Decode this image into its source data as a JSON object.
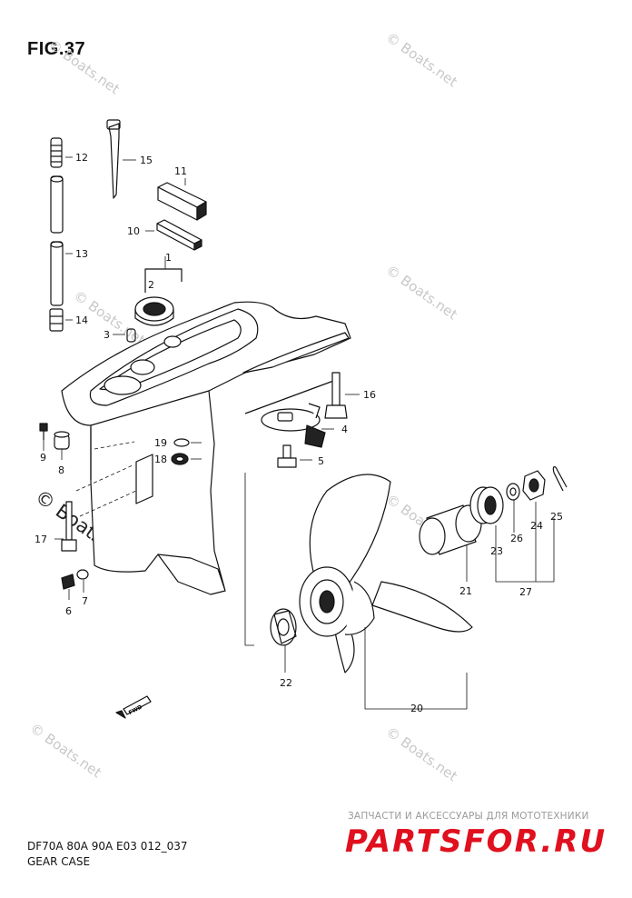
{
  "figure": {
    "title": "FIG.37"
  },
  "watermark": {
    "text": "© Boats.net"
  },
  "caption": {
    "model_line": "DF70A 80A 90A E03 012_037",
    "section_name": "GEAR CASE"
  },
  "promo": {
    "tagline": "ЗАПЧАСТИ И АКСЕССУАРЫ ДЛЯ МОТОТЕХНИКИ",
    "brand": "PARTSFOR.RU"
  },
  "parts": [
    {
      "id": "1",
      "label": "1"
    },
    {
      "id": "2",
      "label": "2"
    },
    {
      "id": "3",
      "label": "3"
    },
    {
      "id": "4",
      "label": "4"
    },
    {
      "id": "5",
      "label": "5"
    },
    {
      "id": "6",
      "label": "6"
    },
    {
      "id": "7",
      "label": "7"
    },
    {
      "id": "8",
      "label": "8"
    },
    {
      "id": "9",
      "label": "9"
    },
    {
      "id": "10",
      "label": "10"
    },
    {
      "id": "11",
      "label": "11"
    },
    {
      "id": "12",
      "label": "12"
    },
    {
      "id": "13",
      "label": "13"
    },
    {
      "id": "14",
      "label": "14"
    },
    {
      "id": "15",
      "label": "15"
    },
    {
      "id": "16",
      "label": "16"
    },
    {
      "id": "17",
      "label": "17"
    },
    {
      "id": "18",
      "label": "18"
    },
    {
      "id": "19",
      "label": "19"
    },
    {
      "id": "20",
      "label": "20"
    },
    {
      "id": "21",
      "label": "21"
    },
    {
      "id": "22",
      "label": "22"
    },
    {
      "id": "23",
      "label": "23"
    },
    {
      "id": "24",
      "label": "24"
    },
    {
      "id": "25",
      "label": "25"
    },
    {
      "id": "26",
      "label": "26"
    },
    {
      "id": "27",
      "label": "27"
    }
  ],
  "fwd_arrow": {
    "text": "FWD"
  }
}
